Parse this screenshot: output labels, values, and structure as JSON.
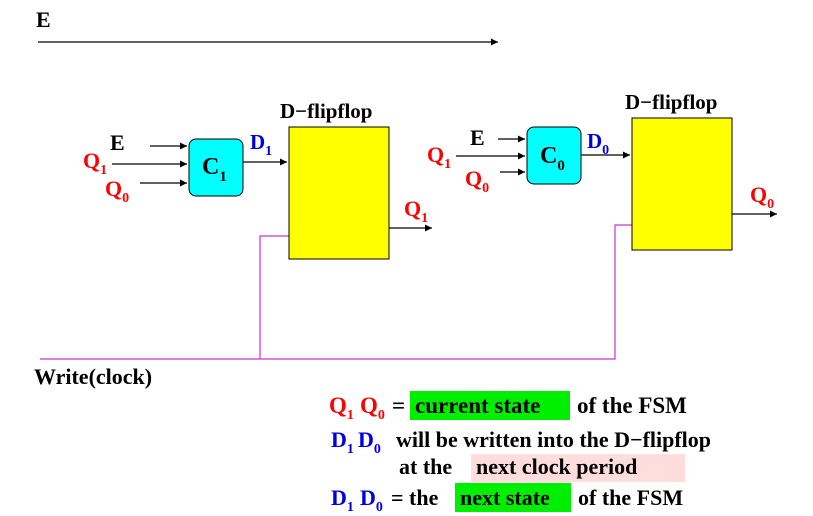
{
  "enable_label": "E",
  "clock_label": "Write(clock)",
  "stage1": {
    "flipflop_title": "D−flipflop",
    "logic_block": {
      "letter": "C",
      "sub": "1"
    },
    "inputs": [
      {
        "letter": "E",
        "sub": ""
      },
      {
        "letter": "Q",
        "sub": "1"
      },
      {
        "letter": "Q",
        "sub": "0"
      }
    ],
    "d_output": {
      "letter": "D",
      "sub": "1"
    },
    "q_output": {
      "letter": "Q",
      "sub": "1"
    }
  },
  "stage0": {
    "flipflop_title": "D−flipflop",
    "logic_block": {
      "letter": "C",
      "sub": "0"
    },
    "inputs": [
      {
        "letter": "E",
        "sub": ""
      },
      {
        "letter": "Q",
        "sub": "1"
      },
      {
        "letter": "Q",
        "sub": "0"
      }
    ],
    "d_output": {
      "letter": "D",
      "sub": "0"
    },
    "q_output": {
      "letter": "Q",
      "sub": "0"
    }
  },
  "notes": {
    "line1": {
      "symbols": [
        {
          "letter": "Q",
          "sub": "1"
        },
        {
          "letter": "Q",
          "sub": "0"
        }
      ],
      "prefix": "=",
      "highlight": "current state",
      "suffix": "of the FSM"
    },
    "line2": {
      "symbols": [
        {
          "letter": "D",
          "sub": "1"
        },
        {
          "letter": "D",
          "sub": "0"
        }
      ],
      "text_a": "will be written into the D−flipflop",
      "text_b": "at the",
      "highlight": "next clock period"
    },
    "line3": {
      "symbols": [
        {
          "letter": "D",
          "sub": "1"
        },
        {
          "letter": "D",
          "sub": "0"
        }
      ],
      "prefix": "= the",
      "highlight": "next state",
      "suffix": "of the FSM"
    }
  },
  "colors": {
    "flipflop_fill": "#ffff00",
    "logic_fill": "#00ffff",
    "clock_wire": "#cc33cc",
    "state_symbol": "#ff0000",
    "next_symbol": "#0000dd",
    "highlight_green": "#00ee00",
    "highlight_pink": "#ffdddd"
  }
}
